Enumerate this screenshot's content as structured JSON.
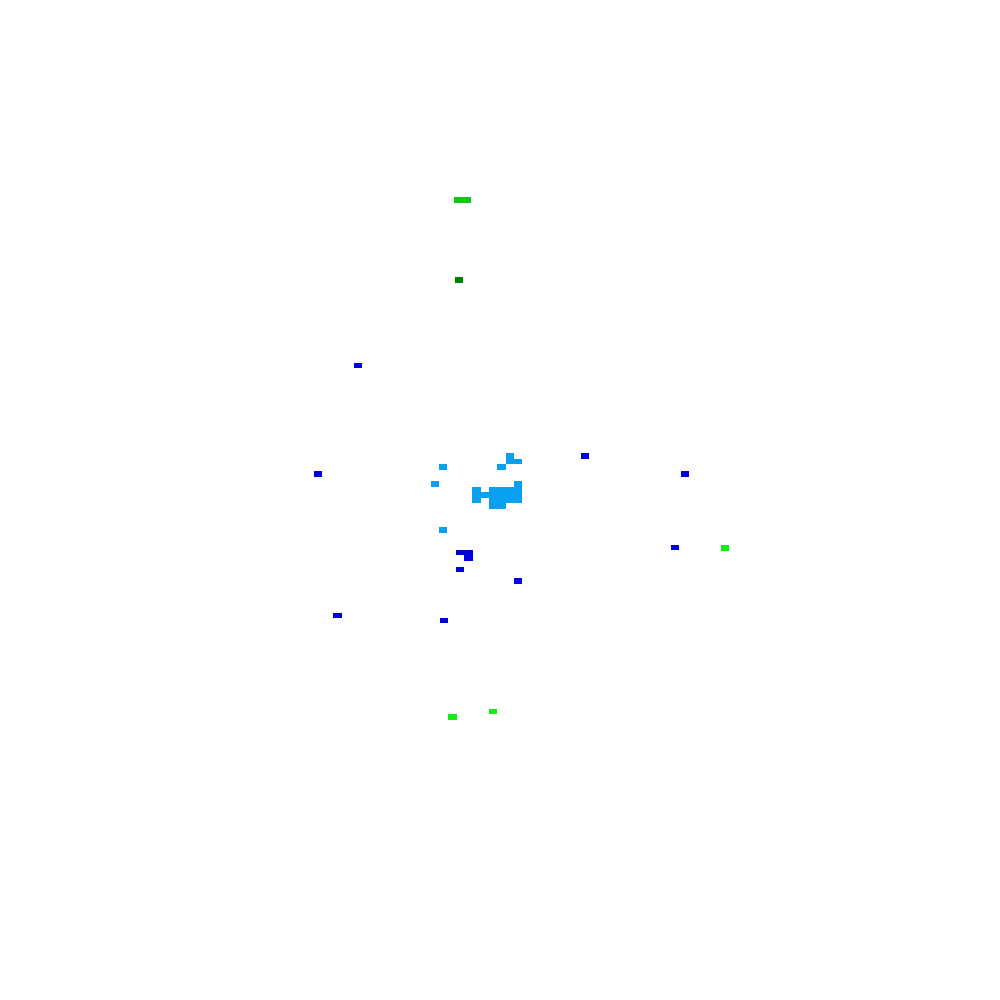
{
  "colors": {
    "background": "#ffffff",
    "light_blue": "#09a0f0",
    "blue": "#0000e0",
    "green": "#10c810",
    "dark_green": "#008000",
    "bright_green": "#10f010"
  },
  "cluster_groups": [
    {
      "id": "core-cluster",
      "color_key": "light_blue"
    },
    {
      "id": "blue-scatter",
      "color_key": "blue"
    },
    {
      "id": "green-outliers",
      "color_key": "green"
    },
    {
      "id": "dark-green-outlier",
      "color_key": "dark_green"
    },
    {
      "id": "bright-green-outliers",
      "color_key": "bright_green"
    }
  ]
}
